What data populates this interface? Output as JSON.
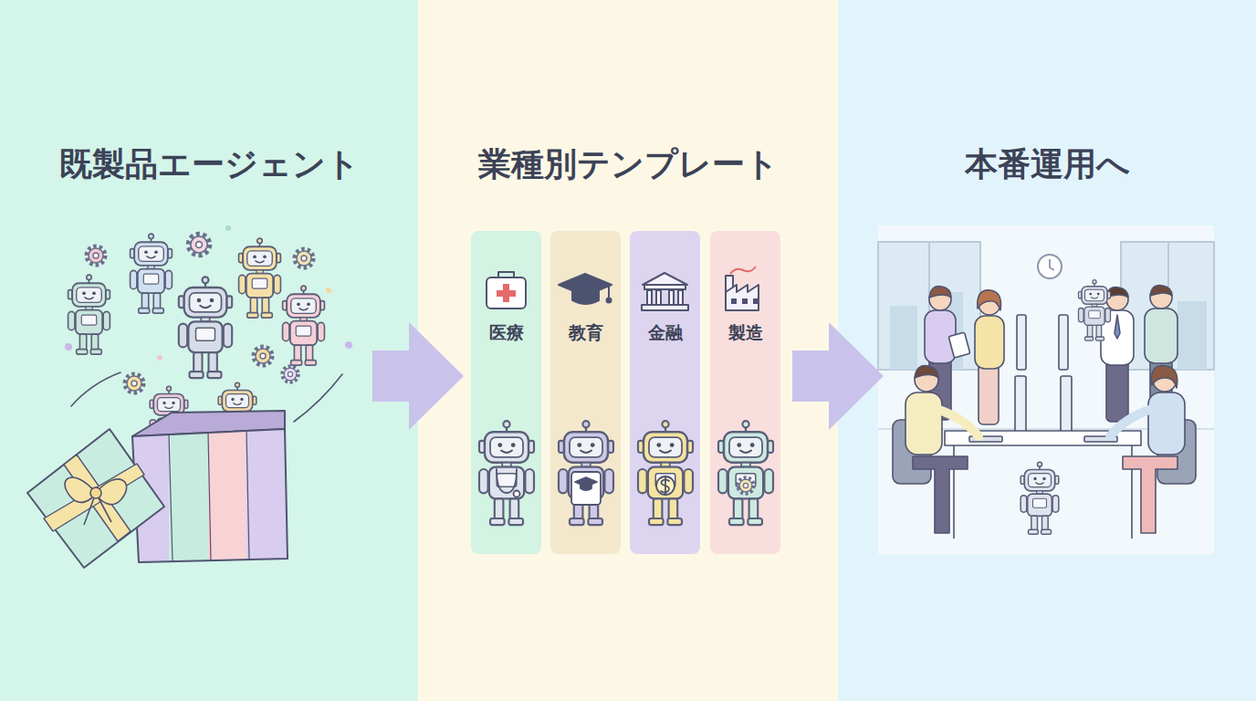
{
  "diagram": {
    "nodes": [
      {
        "text": [
          "既製品エージェント"
        ]
      },
      {
        "text": [
          "業種別テンプレート"
        ]
      },
      {
        "text": [
          "医療"
        ],
        "in": 1
      },
      {
        "text": [
          "教育"
        ],
        "in": 1
      },
      {
        "text": [
          "金融"
        ],
        "in": 1
      },
      {
        "text": [
          "製造"
        ],
        "in": 1
      },
      {
        "text": [
          "本番運用へ"
        ]
      }
    ],
    "edges": [
      {
        "from": 0,
        "to": 1,
        "arrow": "to"
      },
      {
        "from": 1,
        "to": 6,
        "arrow": "to"
      }
    ]
  }
}
